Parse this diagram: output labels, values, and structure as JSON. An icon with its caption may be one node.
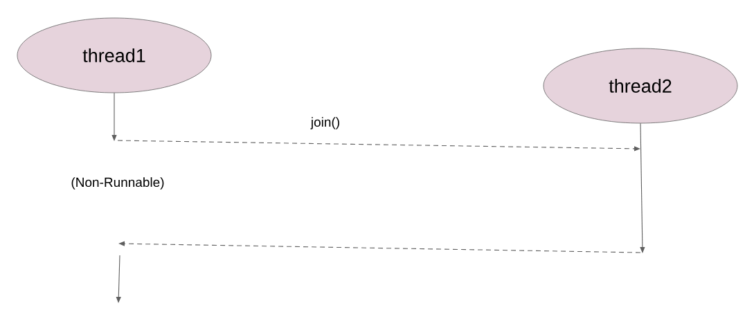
{
  "diagram": {
    "nodes": [
      {
        "text": [
          "thread1"
        ]
      },
      {
        "text": [
          "thread2"
        ]
      }
    ],
    "edges": [
      {
        "from": 0,
        "to": null,
        "arrow": "to"
      },
      {
        "from": 0,
        "to": 1,
        "arrow": "to",
        "style": "dashed",
        "label": "join()"
      },
      {
        "from": 1,
        "to": null,
        "arrow": "to"
      }
    ],
    "labels": [
      "(Non-Runnable)"
    ]
  }
}
